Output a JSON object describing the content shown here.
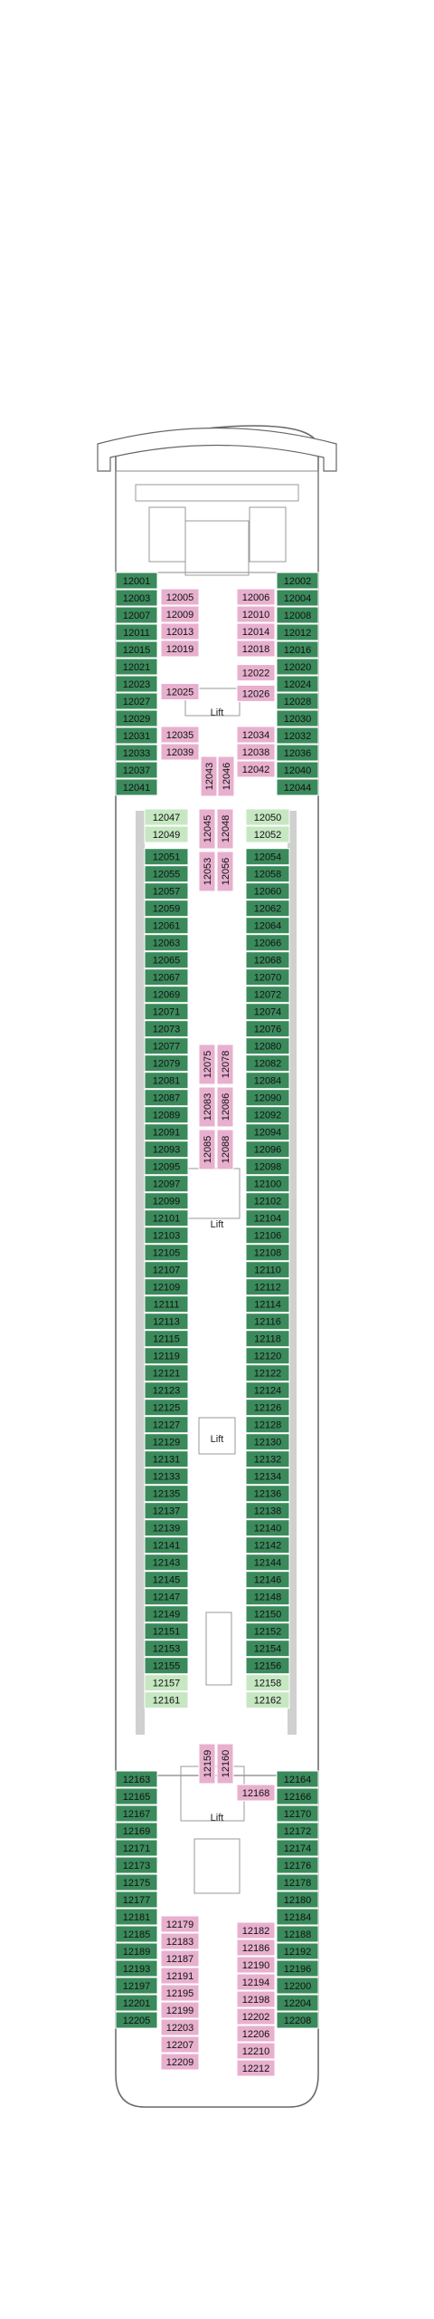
{
  "colors": {
    "green": "#3b8a5c",
    "pink": "#e8b0cf",
    "light": "#c6e7c2",
    "gray": "#8f8f8f",
    "outline": "#666666"
  },
  "lift_label": "Lift",
  "cabins": [
    {
      "id": "12001",
      "zone": "fwd-outer-left",
      "c": "green"
    },
    {
      "id": "12003",
      "zone": "fwd-outer-left",
      "c": "green"
    },
    {
      "id": "12007",
      "zone": "fwd-outer-left",
      "c": "green"
    },
    {
      "id": "12011",
      "zone": "fwd-outer-left",
      "c": "green"
    },
    {
      "id": "12015",
      "zone": "fwd-outer-left",
      "c": "green"
    },
    {
      "id": "12021",
      "zone": "fwd-outer-left",
      "c": "green"
    },
    {
      "id": "12023",
      "zone": "fwd-outer-left",
      "c": "green"
    },
    {
      "id": "12027",
      "zone": "fwd-outer-left",
      "c": "green"
    },
    {
      "id": "12029",
      "zone": "fwd-outer-left",
      "c": "green"
    },
    {
      "id": "12031",
      "zone": "fwd-outer-left",
      "c": "green"
    },
    {
      "id": "12033",
      "zone": "fwd-outer-left",
      "c": "green"
    },
    {
      "id": "12037",
      "zone": "fwd-outer-left",
      "c": "green"
    },
    {
      "id": "12041",
      "zone": "fwd-outer-left",
      "c": "green"
    },
    {
      "id": "12002",
      "zone": "fwd-outer-right",
      "c": "green"
    },
    {
      "id": "12004",
      "zone": "fwd-outer-right",
      "c": "green"
    },
    {
      "id": "12008",
      "zone": "fwd-outer-right",
      "c": "green"
    },
    {
      "id": "12012",
      "zone": "fwd-outer-right",
      "c": "green"
    },
    {
      "id": "12016",
      "zone": "fwd-outer-right",
      "c": "green"
    },
    {
      "id": "12020",
      "zone": "fwd-outer-right",
      "c": "green"
    },
    {
      "id": "12024",
      "zone": "fwd-outer-right",
      "c": "green"
    },
    {
      "id": "12028",
      "zone": "fwd-outer-right",
      "c": "green"
    },
    {
      "id": "12030",
      "zone": "fwd-outer-right",
      "c": "green"
    },
    {
      "id": "12032",
      "zone": "fwd-outer-right",
      "c": "green"
    },
    {
      "id": "12036",
      "zone": "fwd-outer-right",
      "c": "green"
    },
    {
      "id": "12040",
      "zone": "fwd-outer-right",
      "c": "green"
    },
    {
      "id": "12044",
      "zone": "fwd-outer-right",
      "c": "green"
    },
    {
      "id": "12005",
      "zone": "fwd-inner-left",
      "c": "pink"
    },
    {
      "id": "12009",
      "zone": "fwd-inner-left",
      "c": "pink"
    },
    {
      "id": "12013",
      "zone": "fwd-inner-left",
      "c": "pink"
    },
    {
      "id": "12019",
      "zone": "fwd-inner-left",
      "c": "pink"
    },
    {
      "id": "12025",
      "zone": "fwd-inner-left",
      "c": "pink"
    },
    {
      "id": "12035",
      "zone": "fwd-inner-left",
      "c": "pink"
    },
    {
      "id": "12039",
      "zone": "fwd-inner-left",
      "c": "pink"
    },
    {
      "id": "12006",
      "zone": "fwd-inner-right",
      "c": "pink"
    },
    {
      "id": "12010",
      "zone": "fwd-inner-right",
      "c": "pink"
    },
    {
      "id": "12014",
      "zone": "fwd-inner-right",
      "c": "pink"
    },
    {
      "id": "12018",
      "zone": "fwd-inner-right",
      "c": "pink"
    },
    {
      "id": "12022",
      "zone": "fwd-inner-right",
      "c": "pink"
    },
    {
      "id": "12026",
      "zone": "fwd-inner-right",
      "c": "pink"
    },
    {
      "id": "12034",
      "zone": "fwd-inner-right",
      "c": "pink"
    },
    {
      "id": "12038",
      "zone": "fwd-inner-right",
      "c": "pink"
    },
    {
      "id": "12042",
      "zone": "fwd-inner-right",
      "c": "pink"
    },
    {
      "id": "12043",
      "zone": "fwd-vertical",
      "c": "pink"
    },
    {
      "id": "12046",
      "zone": "fwd-vertical",
      "c": "pink"
    },
    {
      "id": "12047",
      "zone": "mid-left",
      "c": "light"
    },
    {
      "id": "12049",
      "zone": "mid-left",
      "c": "light"
    },
    {
      "id": "12051",
      "zone": "mid-left",
      "c": "green"
    },
    {
      "id": "12055",
      "zone": "mid-left",
      "c": "green"
    },
    {
      "id": "12057",
      "zone": "mid-left",
      "c": "green"
    },
    {
      "id": "12059",
      "zone": "mid-left",
      "c": "green"
    },
    {
      "id": "12061",
      "zone": "mid-left",
      "c": "green"
    },
    {
      "id": "12063",
      "zone": "mid-left",
      "c": "green"
    },
    {
      "id": "12065",
      "zone": "mid-left",
      "c": "green"
    },
    {
      "id": "12067",
      "zone": "mid-left",
      "c": "green"
    },
    {
      "id": "12069",
      "zone": "mid-left",
      "c": "green"
    },
    {
      "id": "12071",
      "zone": "mid-left",
      "c": "green"
    },
    {
      "id": "12073",
      "zone": "mid-left",
      "c": "green"
    },
    {
      "id": "12077",
      "zone": "mid-left",
      "c": "green"
    },
    {
      "id": "12079",
      "zone": "mid-left",
      "c": "green"
    },
    {
      "id": "12081",
      "zone": "mid-left",
      "c": "green"
    },
    {
      "id": "12087",
      "zone": "mid-left",
      "c": "green"
    },
    {
      "id": "12089",
      "zone": "mid-left",
      "c": "green"
    },
    {
      "id": "12091",
      "zone": "mid-left",
      "c": "green"
    },
    {
      "id": "12093",
      "zone": "mid-left",
      "c": "green"
    },
    {
      "id": "12095",
      "zone": "mid-left",
      "c": "green"
    },
    {
      "id": "12097",
      "zone": "mid-left",
      "c": "green"
    },
    {
      "id": "12099",
      "zone": "mid-left",
      "c": "green"
    },
    {
      "id": "12101",
      "zone": "mid-left",
      "c": "green"
    },
    {
      "id": "12103",
      "zone": "mid-left",
      "c": "green"
    },
    {
      "id": "12105",
      "zone": "mid-left",
      "c": "green"
    },
    {
      "id": "12107",
      "zone": "mid-left",
      "c": "green"
    },
    {
      "id": "12109",
      "zone": "mid-left",
      "c": "green"
    },
    {
      "id": "12111",
      "zone": "mid-left",
      "c": "green"
    },
    {
      "id": "12113",
      "zone": "mid-left",
      "c": "green"
    },
    {
      "id": "12115",
      "zone": "mid-left",
      "c": "green"
    },
    {
      "id": "12119",
      "zone": "mid-left",
      "c": "green"
    },
    {
      "id": "12121",
      "zone": "mid-left",
      "c": "green"
    },
    {
      "id": "12123",
      "zone": "mid-left",
      "c": "green"
    },
    {
      "id": "12125",
      "zone": "mid-left",
      "c": "green"
    },
    {
      "id": "12127",
      "zone": "mid-left",
      "c": "green"
    },
    {
      "id": "12129",
      "zone": "mid-left",
      "c": "green"
    },
    {
      "id": "12131",
      "zone": "mid-left",
      "c": "green"
    },
    {
      "id": "12133",
      "zone": "mid-left",
      "c": "green"
    },
    {
      "id": "12135",
      "zone": "mid-left",
      "c": "green"
    },
    {
      "id": "12137",
      "zone": "mid-left",
      "c": "green"
    },
    {
      "id": "12139",
      "zone": "mid-left",
      "c": "green"
    },
    {
      "id": "12141",
      "zone": "mid-left",
      "c": "green"
    },
    {
      "id": "12143",
      "zone": "mid-left",
      "c": "green"
    },
    {
      "id": "12145",
      "zone": "mid-left",
      "c": "green"
    },
    {
      "id": "12147",
      "zone": "mid-left",
      "c": "green"
    },
    {
      "id": "12149",
      "zone": "mid-left",
      "c": "green"
    },
    {
      "id": "12151",
      "zone": "mid-left",
      "c": "green"
    },
    {
      "id": "12153",
      "zone": "mid-left",
      "c": "green"
    },
    {
      "id": "12155",
      "zone": "mid-left",
      "c": "green"
    },
    {
      "id": "12157",
      "zone": "mid-left",
      "c": "light"
    },
    {
      "id": "12161",
      "zone": "mid-left",
      "c": "light"
    },
    {
      "id": "12050",
      "zone": "mid-right",
      "c": "light"
    },
    {
      "id": "12052",
      "zone": "mid-right",
      "c": "light"
    },
    {
      "id": "12054",
      "zone": "mid-right",
      "c": "green"
    },
    {
      "id": "12058",
      "zone": "mid-right",
      "c": "green"
    },
    {
      "id": "12060",
      "zone": "mid-right",
      "c": "green"
    },
    {
      "id": "12062",
      "zone": "mid-right",
      "c": "green"
    },
    {
      "id": "12064",
      "zone": "mid-right",
      "c": "green"
    },
    {
      "id": "12066",
      "zone": "mid-right",
      "c": "green"
    },
    {
      "id": "12068",
      "zone": "mid-right",
      "c": "green"
    },
    {
      "id": "12070",
      "zone": "mid-right",
      "c": "green"
    },
    {
      "id": "12072",
      "zone": "mid-right",
      "c": "green"
    },
    {
      "id": "12074",
      "zone": "mid-right",
      "c": "green"
    },
    {
      "id": "12076",
      "zone": "mid-right",
      "c": "green"
    },
    {
      "id": "12080",
      "zone": "mid-right",
      "c": "green"
    },
    {
      "id": "12082",
      "zone": "mid-right",
      "c": "green"
    },
    {
      "id": "12084",
      "zone": "mid-right",
      "c": "green"
    },
    {
      "id": "12090",
      "zone": "mid-right",
      "c": "green"
    },
    {
      "id": "12092",
      "zone": "mid-right",
      "c": "green"
    },
    {
      "id": "12094",
      "zone": "mid-right",
      "c": "green"
    },
    {
      "id": "12096",
      "zone": "mid-right",
      "c": "green"
    },
    {
      "id": "12098",
      "zone": "mid-right",
      "c": "green"
    },
    {
      "id": "12100",
      "zone": "mid-right",
      "c": "green"
    },
    {
      "id": "12102",
      "zone": "mid-right",
      "c": "green"
    },
    {
      "id": "12104",
      "zone": "mid-right",
      "c": "green"
    },
    {
      "id": "12106",
      "zone": "mid-right",
      "c": "green"
    },
    {
      "id": "12108",
      "zone": "mid-right",
      "c": "green"
    },
    {
      "id": "12110",
      "zone": "mid-right",
      "c": "green"
    },
    {
      "id": "12112",
      "zone": "mid-right",
      "c": "green"
    },
    {
      "id": "12114",
      "zone": "mid-right",
      "c": "green"
    },
    {
      "id": "12116",
      "zone": "mid-right",
      "c": "green"
    },
    {
      "id": "12118",
      "zone": "mid-right",
      "c": "green"
    },
    {
      "id": "12120",
      "zone": "mid-right",
      "c": "green"
    },
    {
      "id": "12122",
      "zone": "mid-right",
      "c": "green"
    },
    {
      "id": "12124",
      "zone": "mid-right",
      "c": "green"
    },
    {
      "id": "12126",
      "zone": "mid-right",
      "c": "green"
    },
    {
      "id": "12128",
      "zone": "mid-right",
      "c": "green"
    },
    {
      "id": "12130",
      "zone": "mid-right",
      "c": "green"
    },
    {
      "id": "12132",
      "zone": "mid-right",
      "c": "green"
    },
    {
      "id": "12134",
      "zone": "mid-right",
      "c": "green"
    },
    {
      "id": "12136",
      "zone": "mid-right",
      "c": "green"
    },
    {
      "id": "12138",
      "zone": "mid-right",
      "c": "green"
    },
    {
      "id": "12140",
      "zone": "mid-right",
      "c": "green"
    },
    {
      "id": "12142",
      "zone": "mid-right",
      "c": "green"
    },
    {
      "id": "12144",
      "zone": "mid-right",
      "c": "green"
    },
    {
      "id": "12146",
      "zone": "mid-right",
      "c": "green"
    },
    {
      "id": "12148",
      "zone": "mid-right",
      "c": "green"
    },
    {
      "id": "12150",
      "zone": "mid-right",
      "c": "green"
    },
    {
      "id": "12152",
      "zone": "mid-right",
      "c": "green"
    },
    {
      "id": "12154",
      "zone": "mid-right",
      "c": "green"
    },
    {
      "id": "12156",
      "zone": "mid-right",
      "c": "green"
    },
    {
      "id": "12158",
      "zone": "mid-right",
      "c": "light"
    },
    {
      "id": "12162",
      "zone": "mid-right",
      "c": "light"
    },
    {
      "id": "12045",
      "zone": "mid-vertical",
      "c": "pink"
    },
    {
      "id": "12048",
      "zone": "mid-vertical",
      "c": "pink"
    },
    {
      "id": "12053",
      "zone": "mid-vertical",
      "c": "pink"
    },
    {
      "id": "12056",
      "zone": "mid-vertical",
      "c": "pink"
    },
    {
      "id": "12075",
      "zone": "mid-vertical",
      "c": "pink"
    },
    {
      "id": "12078",
      "zone": "mid-vertical",
      "c": "pink"
    },
    {
      "id": "12083",
      "zone": "mid-vertical",
      "c": "pink"
    },
    {
      "id": "12086",
      "zone": "mid-vertical",
      "c": "pink"
    },
    {
      "id": "12085",
      "zone": "mid-vertical",
      "c": "pink"
    },
    {
      "id": "12088",
      "zone": "mid-vertical",
      "c": "pink"
    },
    {
      "id": "12159",
      "zone": "mid-vertical",
      "c": "pink"
    },
    {
      "id": "12160",
      "zone": "mid-vertical",
      "c": "pink"
    },
    {
      "id": "12163",
      "zone": "aft-outer-left",
      "c": "green"
    },
    {
      "id": "12165",
      "zone": "aft-outer-left",
      "c": "green"
    },
    {
      "id": "12167",
      "zone": "aft-outer-left",
      "c": "green"
    },
    {
      "id": "12169",
      "zone": "aft-outer-left",
      "c": "green"
    },
    {
      "id": "12171",
      "zone": "aft-outer-left",
      "c": "green"
    },
    {
      "id": "12173",
      "zone": "aft-outer-left",
      "c": "green"
    },
    {
      "id": "12175",
      "zone": "aft-outer-left",
      "c": "green"
    },
    {
      "id": "12177",
      "zone": "aft-outer-left",
      "c": "green"
    },
    {
      "id": "12181",
      "zone": "aft-outer-left",
      "c": "green"
    },
    {
      "id": "12185",
      "zone": "aft-outer-left",
      "c": "green"
    },
    {
      "id": "12189",
      "zone": "aft-outer-left",
      "c": "green"
    },
    {
      "id": "12193",
      "zone": "aft-outer-left",
      "c": "green"
    },
    {
      "id": "12197",
      "zone": "aft-outer-left",
      "c": "green"
    },
    {
      "id": "12201",
      "zone": "aft-outer-left",
      "c": "green"
    },
    {
      "id": "12205",
      "zone": "aft-outer-left",
      "c": "green"
    },
    {
      "id": "12164",
      "zone": "aft-outer-right",
      "c": "green"
    },
    {
      "id": "12166",
      "zone": "aft-outer-right",
      "c": "green"
    },
    {
      "id": "12170",
      "zone": "aft-outer-right",
      "c": "green"
    },
    {
      "id": "12172",
      "zone": "aft-outer-right",
      "c": "green"
    },
    {
      "id": "12174",
      "zone": "aft-outer-right",
      "c": "green"
    },
    {
      "id": "12176",
      "zone": "aft-outer-right",
      "c": "green"
    },
    {
      "id": "12178",
      "zone": "aft-outer-right",
      "c": "green"
    },
    {
      "id": "12180",
      "zone": "aft-outer-right",
      "c": "green"
    },
    {
      "id": "12184",
      "zone": "aft-outer-right",
      "c": "green"
    },
    {
      "id": "12188",
      "zone": "aft-outer-right",
      "c": "green"
    },
    {
      "id": "12192",
      "zone": "aft-outer-right",
      "c": "green"
    },
    {
      "id": "12196",
      "zone": "aft-outer-right",
      "c": "green"
    },
    {
      "id": "12200",
      "zone": "aft-outer-right",
      "c": "green"
    },
    {
      "id": "12204",
      "zone": "aft-outer-right",
      "c": "green"
    },
    {
      "id": "12208",
      "zone": "aft-outer-right",
      "c": "green"
    },
    {
      "id": "12179",
      "zone": "aft-inner-left",
      "c": "pink"
    },
    {
      "id": "12183",
      "zone": "aft-inner-left",
      "c": "pink"
    },
    {
      "id": "12187",
      "zone": "aft-inner-left",
      "c": "pink"
    },
    {
      "id": "12191",
      "zone": "aft-inner-left",
      "c": "pink"
    },
    {
      "id": "12195",
      "zone": "aft-inner-left",
      "c": "pink"
    },
    {
      "id": "12199",
      "zone": "aft-inner-left",
      "c": "pink"
    },
    {
      "id": "12203",
      "zone": "aft-inner-left",
      "c": "pink"
    },
    {
      "id": "12207",
      "zone": "aft-inner-left",
      "c": "pink"
    },
    {
      "id": "12209",
      "zone": "aft-inner-left",
      "c": "pink"
    },
    {
      "id": "12168",
      "zone": "aft-inner-right",
      "c": "pink"
    },
    {
      "id": "12182",
      "zone": "aft-inner-right",
      "c": "pink"
    },
    {
      "id": "12186",
      "zone": "aft-inner-right",
      "c": "pink"
    },
    {
      "id": "12190",
      "zone": "aft-inner-right",
      "c": "pink"
    },
    {
      "id": "12194",
      "zone": "aft-inner-right",
      "c": "pink"
    },
    {
      "id": "12198",
      "zone": "aft-inner-right",
      "c": "pink"
    },
    {
      "id": "12202",
      "zone": "aft-inner-right",
      "c": "pink"
    },
    {
      "id": "12206",
      "zone": "aft-inner-right",
      "c": "pink"
    },
    {
      "id": "12210",
      "zone": "aft-inner-right",
      "c": "pink"
    },
    {
      "id": "12212",
      "zone": "aft-inner-right",
      "c": "pink"
    }
  ]
}
